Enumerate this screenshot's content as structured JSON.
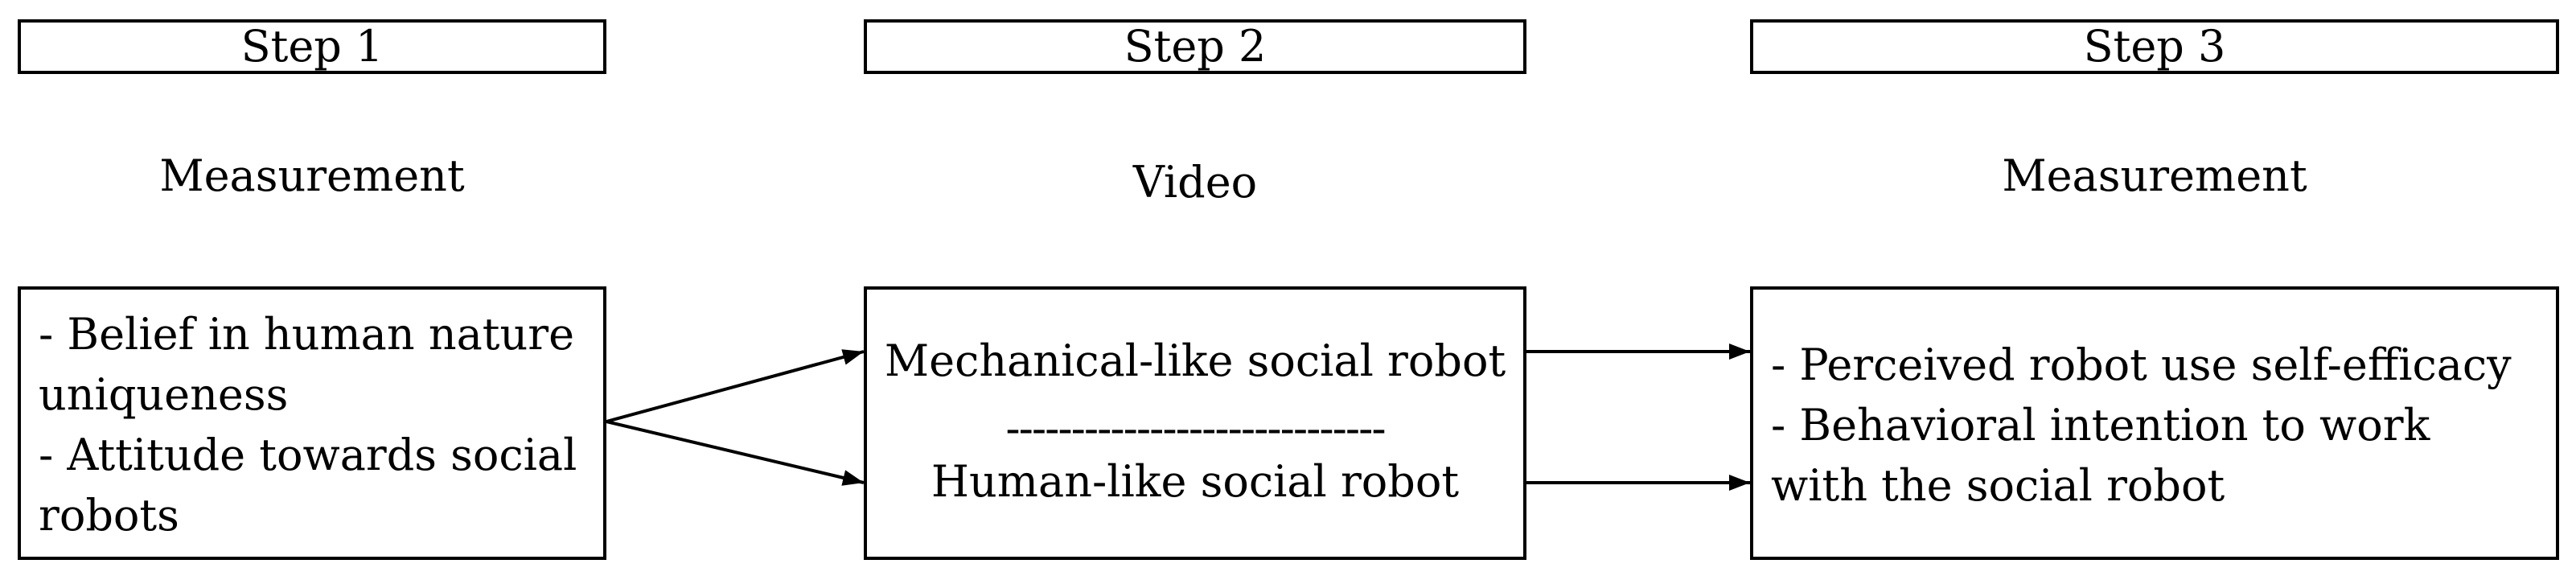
{
  "steps": [
    {
      "title": "Step 1",
      "phase": "Measurement",
      "lines": [
        "- Belief in human nature",
        "uniqueness",
        "- Attitude towards social",
        "robots"
      ]
    },
    {
      "title": "Step 2",
      "phase": "Video",
      "conditions": [
        "Mechanical-like social robot",
        "Human-like social robot"
      ],
      "separator": "-----------------------------"
    },
    {
      "title": "Step 3",
      "phase": "Measurement",
      "lines": [
        "- Perceived robot use self-efficacy",
        "- Behavioral intention to work",
        "with the social robot"
      ]
    }
  ]
}
